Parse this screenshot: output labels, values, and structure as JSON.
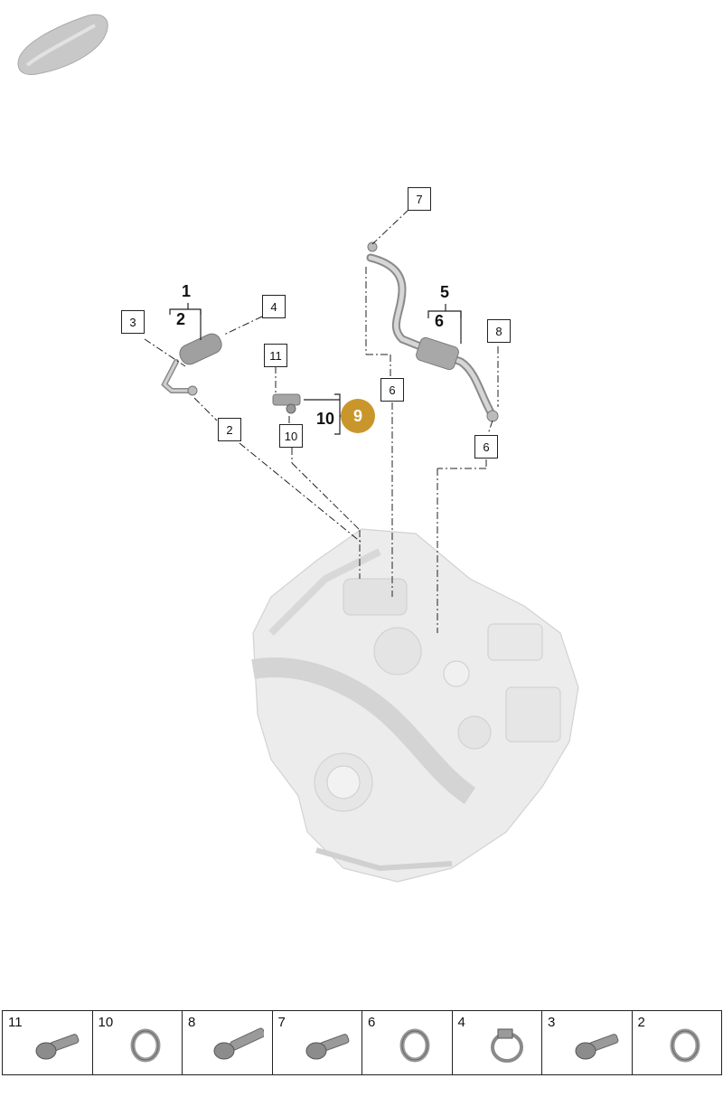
{
  "callouts": {
    "c7": "7",
    "c4": "4",
    "c3": "3",
    "c11": "11",
    "c8": "8",
    "c6a": "6",
    "c6b": "6",
    "c2": "2",
    "c10": "10"
  },
  "bold_labels": {
    "b1": "1",
    "b2": "2",
    "b5": "5",
    "b6": "6",
    "b10": "10"
  },
  "highlight": {
    "label": "9",
    "color": "#c9962c"
  },
  "parts_strip": [
    {
      "number": "11",
      "icon": "bolt-icon"
    },
    {
      "number": "10",
      "icon": "seal-ring-icon"
    },
    {
      "number": "8",
      "icon": "bolt-icon"
    },
    {
      "number": "7",
      "icon": "bolt-icon"
    },
    {
      "number": "6",
      "icon": "seal-ring-icon"
    },
    {
      "number": "4",
      "icon": "hose-clamp-icon"
    },
    {
      "number": "3",
      "icon": "bolt-icon"
    },
    {
      "number": "2",
      "icon": "seal-ring-icon"
    }
  ]
}
